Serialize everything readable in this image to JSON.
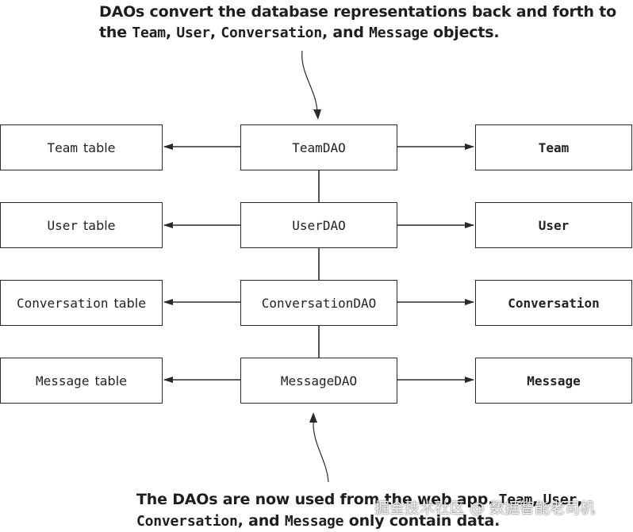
{
  "caption_top": {
    "line1": "DAOs convert the database representations back and forth to",
    "line2_pre": "the ",
    "team": "Team",
    "sep1": ", ",
    "user": "User",
    "sep2": ", ",
    "conversation": "Conversation",
    "sep3": ", and ",
    "message": "Message",
    "line2_post": " objects."
  },
  "caption_bottom": {
    "line1_pre": "The DAOs are now used from the web app. ",
    "team": "Team",
    "sep1": ", ",
    "user": "User",
    "sep2": ",",
    "conversation": "Conversation",
    "sep3": ", and ",
    "message": "Message",
    "line2_post": " only contain data."
  },
  "rows": [
    {
      "table_name": "Team",
      "table_suffix": "table",
      "dao": "TeamDAO",
      "object": "Team"
    },
    {
      "table_name": "User",
      "table_suffix": "table",
      "dao": "UserDAO",
      "object": "User"
    },
    {
      "table_name": "Conversation",
      "table_suffix": "table",
      "dao": "ConversationDAO",
      "object": "Conversation"
    },
    {
      "table_name": "Message",
      "table_suffix": "table",
      "dao": "MessageDAO",
      "object": "Message"
    }
  ],
  "watermark": "掘金技术社区 @ 数据智能老司机"
}
